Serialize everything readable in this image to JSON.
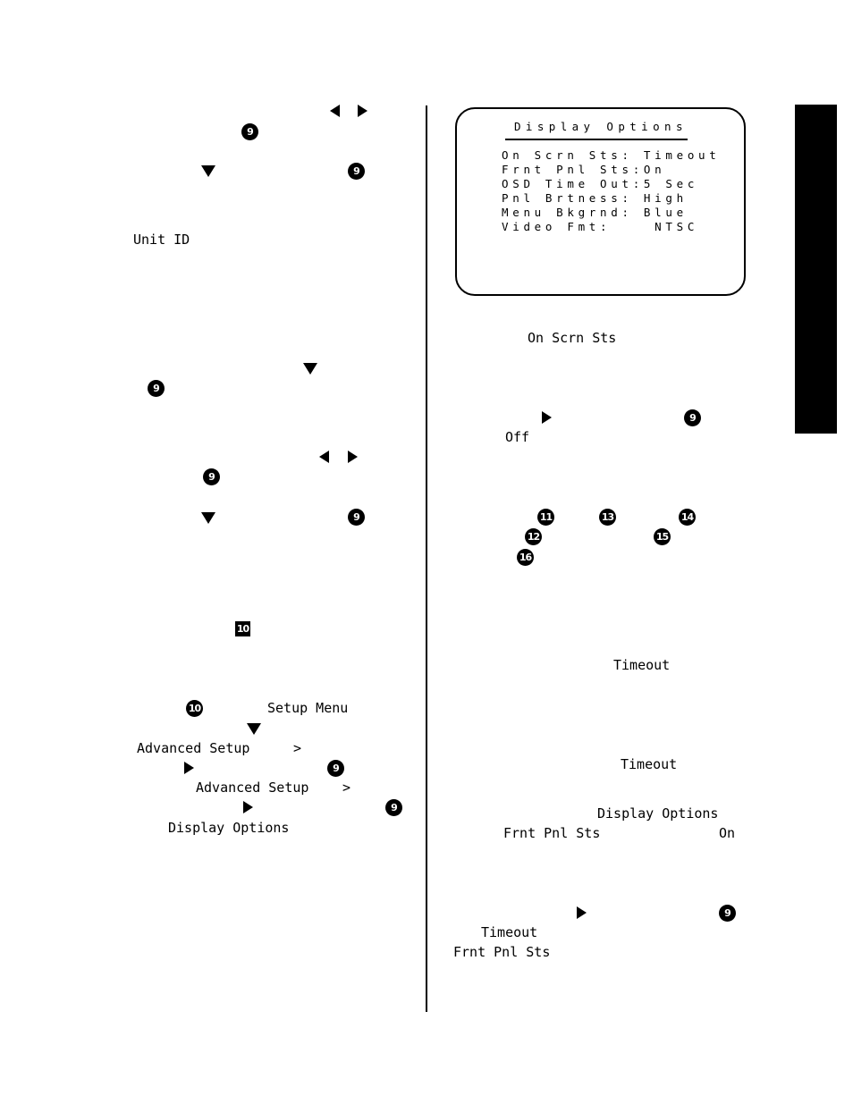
{
  "left_column": {
    "unit_id": "Unit ID",
    "button_10": "10",
    "setup_menu": "Setup Menu",
    "advanced_setup_1": "Advanced Setup",
    "arrow_1": ">",
    "advanced_setup_2": "Advanced Setup",
    "arrow_2": ">",
    "display_options": "Display Options"
  },
  "osd_screen": {
    "title": "Display Options",
    "lines": [
      "On Scrn Sts: Timeout",
      "Frnt Pnl Sts:On",
      "OSD Time Out:5 Sec",
      "Pnl Brtness: High",
      "Menu Bkgrnd: Blue",
      "Video Fmt:    NTSC"
    ]
  },
  "right_column": {
    "on_scrn_sts": "On Scrn Sts",
    "off": "Off",
    "timeout_1": "Timeout",
    "timeout_2": "Timeout",
    "display_options": "Display Options",
    "frnt_pnl_sts_1": "Frnt Pnl Sts",
    "on": "On",
    "timeout_3": "Timeout",
    "frnt_pnl_sts_2": "Frnt Pnl Sts"
  },
  "callout_numbers": {
    "n9": "9",
    "n10": "10",
    "n11": "11",
    "n12": "12",
    "n13": "13",
    "n14": "14",
    "n15": "15",
    "n16": "16"
  },
  "icons": [
    "left-arrow-icon",
    "right-arrow-icon",
    "down-arrow-icon",
    "numbered-button-badge"
  ]
}
